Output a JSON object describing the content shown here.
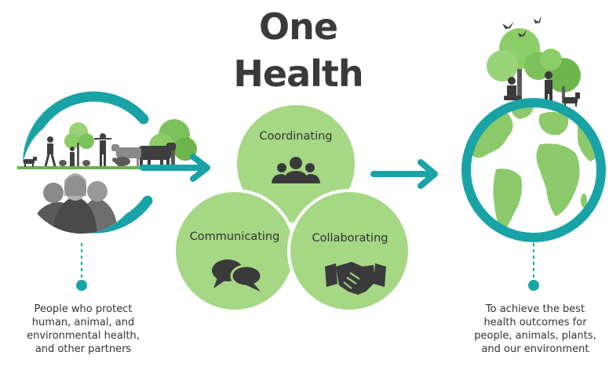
{
  "title": {
    "line1": "One",
    "line2": "Health"
  },
  "circles": {
    "coordinating": {
      "label": "Coordinating",
      "icon": "people-group-icon"
    },
    "communicating": {
      "label": "Communicating",
      "icon": "speech-bubbles-icon"
    },
    "collaborating": {
      "label": "Collaborating",
      "icon": "handshake-icon"
    }
  },
  "left_caption": [
    "People who protect",
    "human, animal, and",
    "environmental health,",
    "and other partners"
  ],
  "right_caption": [
    "To achieve the best",
    "health outcomes for",
    "people, animals, plants,",
    "and our environment"
  ],
  "colors": {
    "teal": "#1aa3a6",
    "green_circle": "#a6d785",
    "green_circle_edge": "#8fc86d",
    "globe_ocean": "#ffffff",
    "land": "#8cc96a",
    "tree": "#7cc25a",
    "people_gray": "#6b6b6b",
    "dark_gray": "#3a3a3a"
  }
}
